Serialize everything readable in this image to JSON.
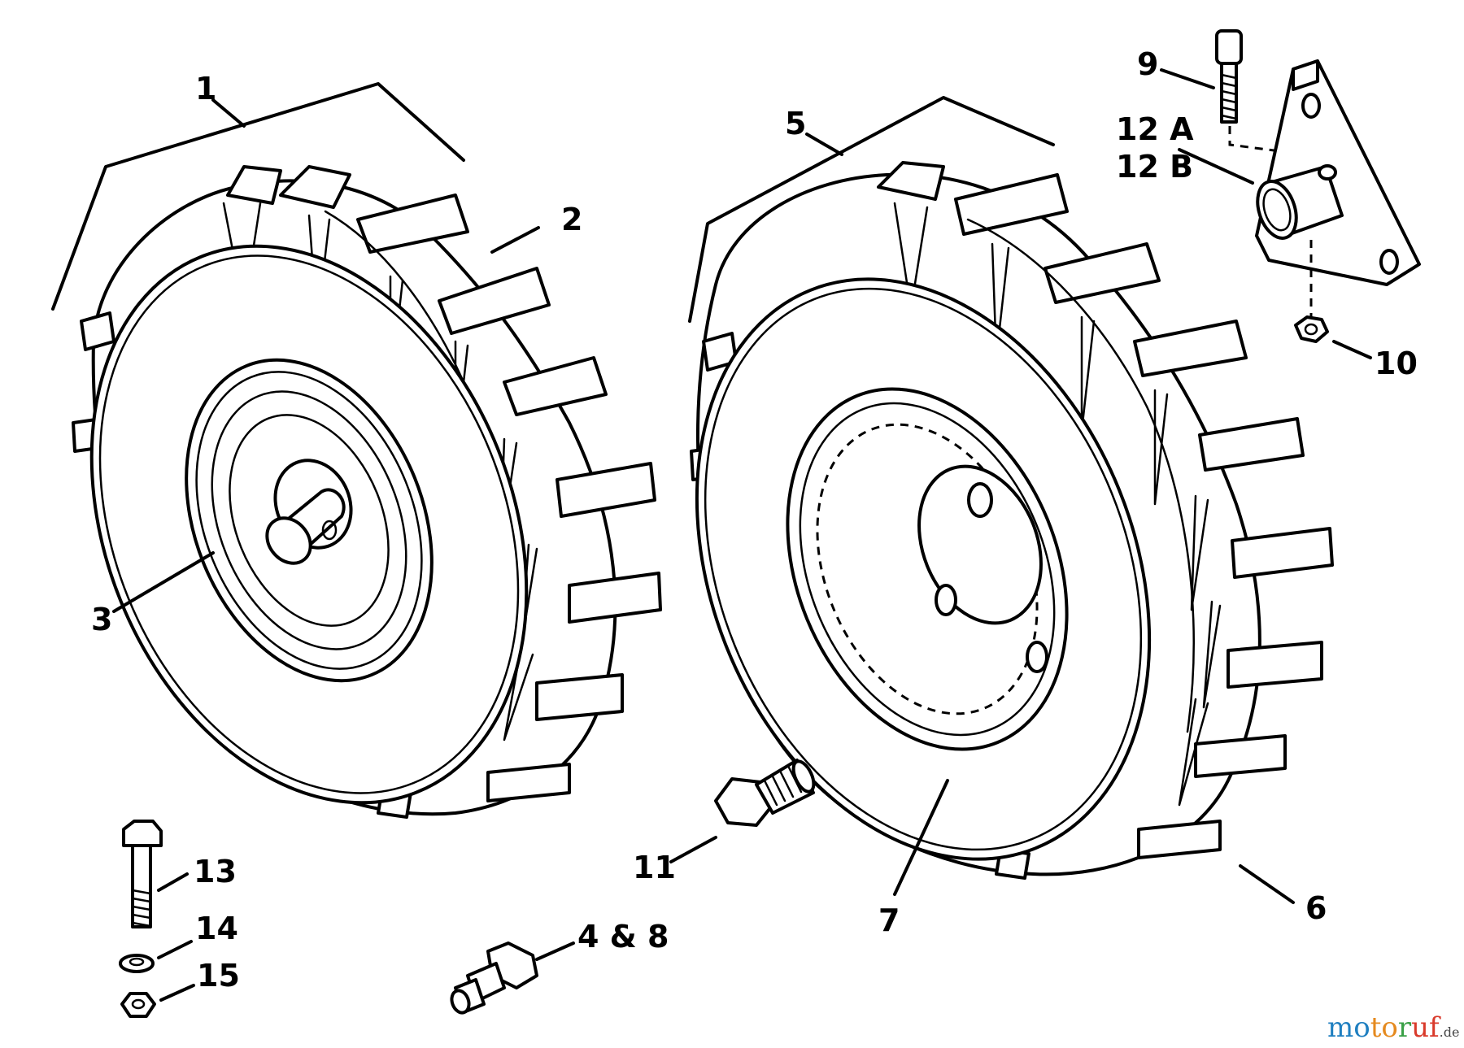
{
  "diagram": {
    "callouts": [
      {
        "id": "1",
        "text": "1"
      },
      {
        "id": "2",
        "text": "2"
      },
      {
        "id": "3",
        "text": "3"
      },
      {
        "id": "4-8",
        "text": "4 & 8"
      },
      {
        "id": "5",
        "text": "5"
      },
      {
        "id": "6",
        "text": "6"
      },
      {
        "id": "7",
        "text": "7"
      },
      {
        "id": "9",
        "text": "9"
      },
      {
        "id": "10",
        "text": "10"
      },
      {
        "id": "11",
        "text": "11"
      },
      {
        "id": "12a",
        "text": "12 A"
      },
      {
        "id": "12b",
        "text": "12 B"
      },
      {
        "id": "13",
        "text": "13"
      },
      {
        "id": "14",
        "text": "14"
      },
      {
        "id": "15",
        "text": "15"
      }
    ]
  },
  "watermark": {
    "mo": "mo",
    "to": "to",
    "r": "r",
    "uf": "uf",
    "tld": ".de"
  }
}
